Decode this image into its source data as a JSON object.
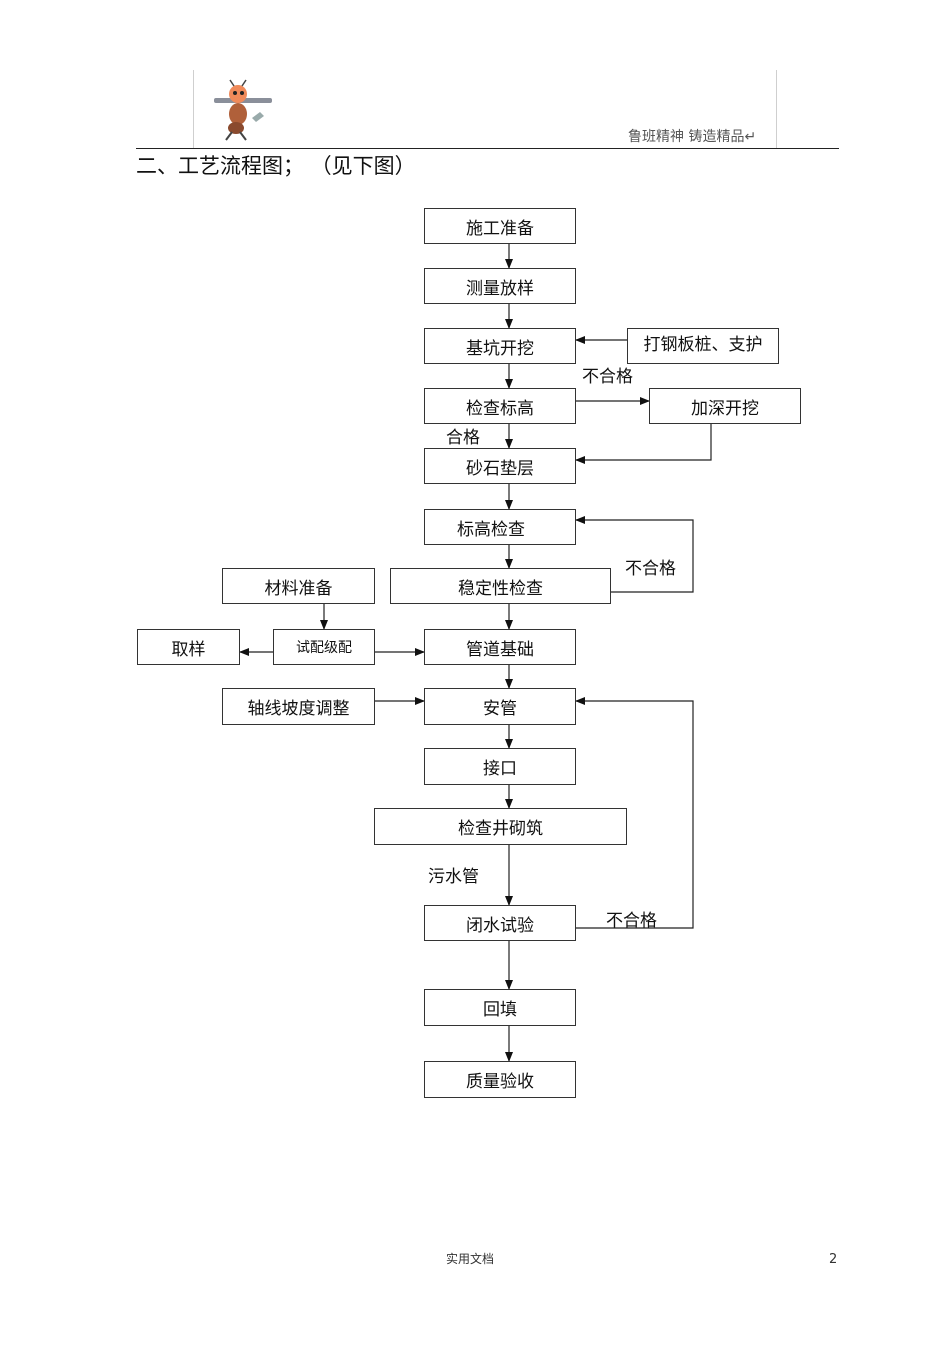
{
  "header": {
    "tagline": "鲁班精神   铸造精品↵",
    "logo_icon": "ant-worker-logo-icon"
  },
  "section_title": "二、工艺流程图；  （见下图）",
  "flowchart": {
    "steps": {
      "construction_prep": "施工准备",
      "survey_layout": "测量放样",
      "pit_excavation": "基坑开挖",
      "sheet_pile_support": "打钢板桩、支护",
      "check_elevation": "检查标高",
      "deepen_excavation": "加深开挖",
      "gravel_cushion": "砂石垫层",
      "elevation_check": "标高检查",
      "stability_check": "稳定性检查",
      "material_prep": "材料准备",
      "sampling": "取样",
      "mix_design": "试配级配",
      "pipe_foundation": "管道基础",
      "axis_slope_adjust": "轴线坡度调整",
      "pipe_install": "安管",
      "joint": "接口",
      "manhole_masonry": "检查井砌筑",
      "closed_water_test": "闭水试验",
      "backfill": "回填",
      "quality_acceptance": "质量验收"
    },
    "labels": {
      "fail_1": "不合格",
      "pass_1": "合格",
      "fail_2": "不合格",
      "sewage_pipe": "污水管",
      "fail_3": "不合格"
    }
  },
  "footer": {
    "doc_label": "实用文档",
    "page_number": "2"
  }
}
